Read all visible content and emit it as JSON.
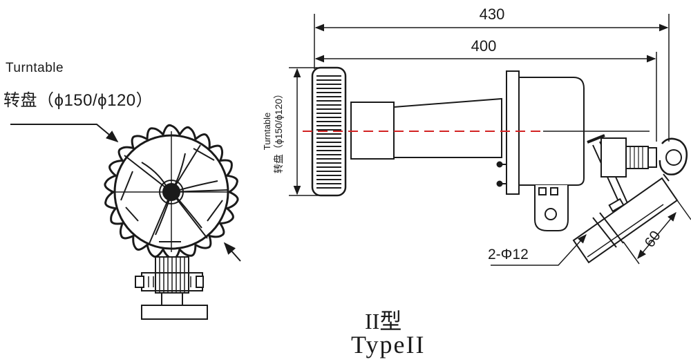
{
  "labels": {
    "turntable_en": "Turntable",
    "turntable_cn": "转盘（ϕ150/ϕ120）",
    "side_en": "Turntable",
    "side_cn": "转盘（ϕ150/ϕ120）",
    "dim_total": "430",
    "dim_inner": "400",
    "dim_holes": "2-Φ12",
    "dim_plate": "60",
    "type_cn": "II型",
    "type_en": "TypeII"
  },
  "colors": {
    "line": "#1a1a1a",
    "centerline": "#d22222",
    "hatch": "#222222"
  }
}
